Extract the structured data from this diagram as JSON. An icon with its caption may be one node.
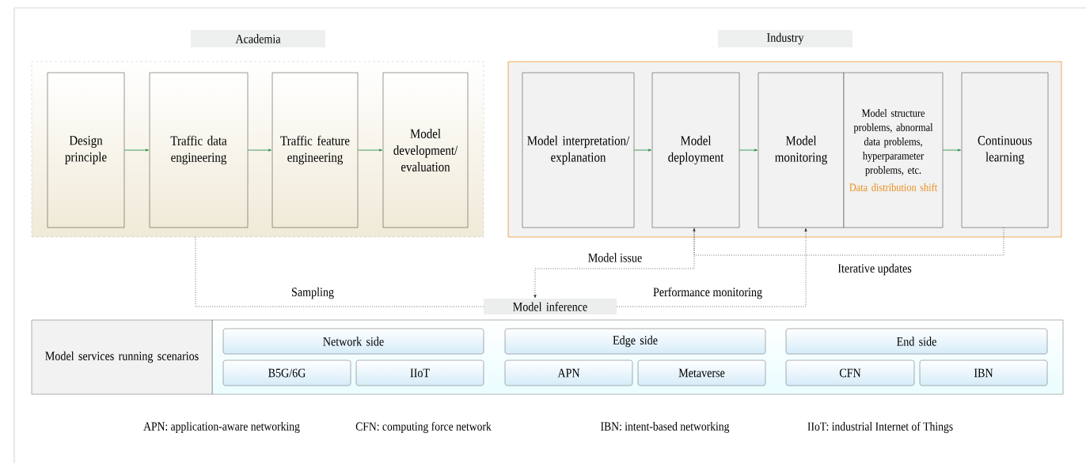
{
  "diagram": {
    "nodes": [
      {
        "text": [
          "Academia"
        ]
      },
      {
        "text": [
          "Design principle"
        ],
        "in": 0
      },
      {
        "text": [
          "Traffic data engineering"
        ],
        "in": 0
      },
      {
        "text": [
          "Traffic feature engineering"
        ],
        "in": 0
      },
      {
        "text": [
          "Model development/evaluation"
        ],
        "in": 0
      },
      {
        "text": [
          "Industry"
        ]
      },
      {
        "text": [
          "Model interpretation/explanation"
        ],
        "in": 5
      },
      {
        "text": [
          "Model deployment"
        ],
        "in": 5
      },
      {
        "text": [
          "Model monitoring"
        ],
        "in": 5
      },
      {
        "text": [
          "Model structure problems, abnormal data problems, hyperparameter problems, etc.",
          "Data distribution shift"
        ],
        "in": 5
      },
      {
        "text": [
          "Continuous learning"
        ],
        "in": 5
      },
      {
        "text": [
          "Model inference"
        ]
      },
      {
        "text": [
          "Model services running scenarios"
        ]
      },
      {
        "text": [
          "Network side"
        ]
      },
      {
        "text": [
          "Edge side"
        ]
      },
      {
        "text": [
          "End side"
        ]
      },
      {
        "text": [
          "B5G/6G"
        ]
      },
      {
        "text": [
          "IIoT"
        ]
      },
      {
        "text": [
          "APN"
        ]
      },
      {
        "text": [
          "Metaverse"
        ]
      },
      {
        "text": [
          "CFN"
        ]
      },
      {
        "text": [
          "IBN"
        ]
      }
    ],
    "edges": [
      {
        "from": 1,
        "to": 2,
        "arrow": "to"
      },
      {
        "from": 2,
        "to": 3,
        "arrow": "to"
      },
      {
        "from": 3,
        "to": 4,
        "arrow": "to"
      },
      {
        "from": 6,
        "to": 7,
        "arrow": "to"
      },
      {
        "from": 7,
        "to": 8,
        "arrow": "to"
      },
      {
        "from": 9,
        "to": 10,
        "arrow": "to"
      },
      {
        "from": 0,
        "to": 11,
        "arrow": "none",
        "label": "Sampling",
        "style": "dashed",
        "color": "#222222"
      },
      {
        "from": 7,
        "to": 11,
        "arrow": "to",
        "label": "Model issue",
        "style": "dashed",
        "color": "#222222"
      },
      {
        "from": 10,
        "to": 7,
        "arrow": "to",
        "label": "Iterative updates",
        "style": "dashed",
        "color": "#222222"
      },
      {
        "from": 11,
        "to": 8,
        "arrow": "to",
        "label": "Performance monitoring",
        "style": "dashed",
        "color": "#222222"
      }
    ],
    "labels": [
      "APN: application-aware networking",
      "CFN: computing force network",
      "IBN: intent-based networking",
      "IIoT: industrial Internet of Things"
    ]
  }
}
